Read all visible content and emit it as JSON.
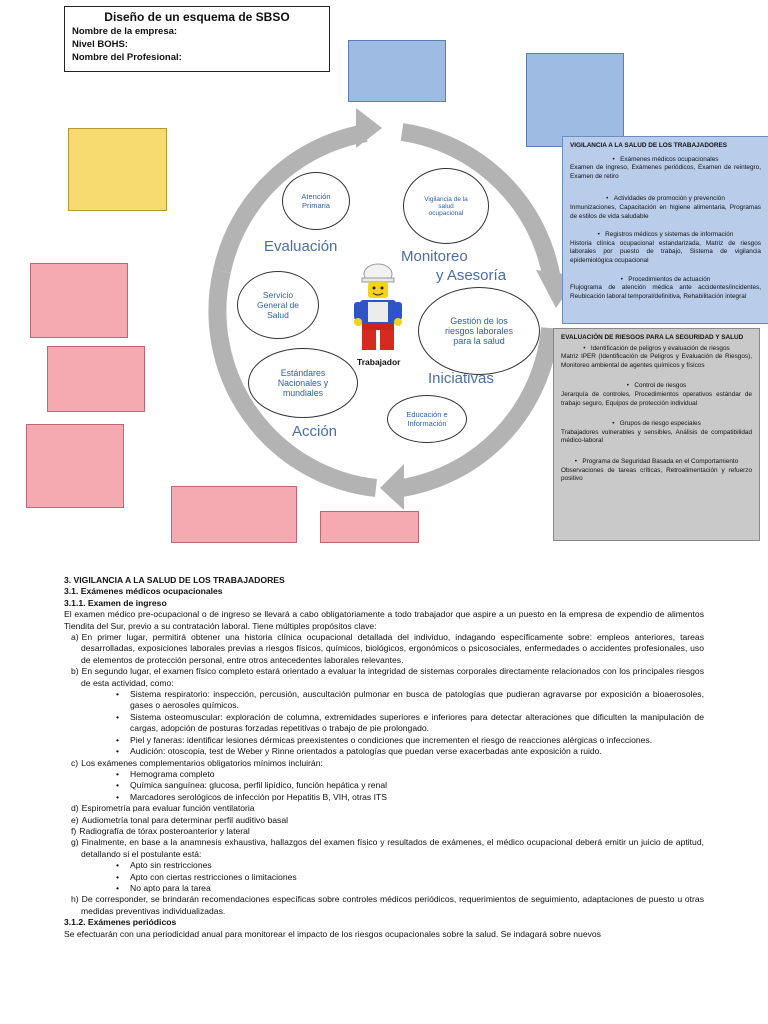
{
  "header": {
    "title": "Diseño de un esquema de SBSO",
    "company_label": "Nombre de la empresa:",
    "level_label": "Nivel BOHS:",
    "professional_label": "Nombre del Profesional:"
  },
  "diagram": {
    "labels": {
      "evaluacion": "Evaluación",
      "monitoreo": "Monitoreo",
      "asesoria": "y Asesoría",
      "iniciativas": "Iniciativas",
      "accion": "Acción",
      "trabajador": "Trabajador"
    },
    "circles": {
      "atencion": "Atención Primaria",
      "vigilancia": "Vigilancia de la salud ocupacional",
      "servicio": "Servicio General de Salud",
      "gestion": "Gestión de los riesgos laborales para la salud",
      "estandares": "Estándares Nacionales y mundiales",
      "educacion": "Educación e Información"
    },
    "colors": {
      "arrow": "#b3b3b3",
      "blue_box": "#9dbbe3",
      "yellow_box": "#f8db70",
      "pink_box": "#f5a9b1",
      "panel_blue": "#b9cce9",
      "panel_gray": "#c9c9c9"
    }
  },
  "panel_vigilancia": {
    "title": "VIGILANCIA A LA SALUD DE LOS TRABAJADORES",
    "items": [
      {
        "head": "Exámenes médicos ocupacionales",
        "desc": "Examen de ingreso, Exámenes periódicos, Examen de reintegro, Examen de retiro"
      },
      {
        "head": "Actividades de promoción y prevención",
        "desc": "Inmunizaciones, Capacitación en higiene alimentaria, Programas de estilos de vida saludable"
      },
      {
        "head": "Registros médicos y sistemas de información",
        "desc": "Historia clínica ocupacional estandarizada, Matriz de riesgos laborales por puesto de trabajo, Sistema de vigilancia epidemiológica ocupacional"
      },
      {
        "head": "Procedimientos de actuación",
        "desc": "Flujograma de atención médica ante accidentes/incidentes, Reubicación laboral temporal/definitiva, Rehabilitación integral"
      }
    ]
  },
  "panel_riesgos": {
    "title": "EVALUACIÓN DE RIESGOS PARA LA SEGURIDAD Y SALUD",
    "items": [
      {
        "head": "Identificación de peligros y evaluación de riesgos",
        "desc": "Matriz IPER (Identificación de Peligros y Evaluación de Riesgos), Monitoreo ambiental de agentes químicos y físicos"
      },
      {
        "head": "Control de riesgos",
        "desc": "Jerarquía de controles, Procedimientos operativos estándar de trabajo seguro, Equipos de protección individual"
      },
      {
        "head": "Grupos de riesgo especiales",
        "desc": "Trabajadores vulnerables y sensibles, Análisis de compatibilidad médico-laboral"
      },
      {
        "head": "Programa de Seguridad Basada en el Comportamiento",
        "desc": "Observaciones de tareas críticas, Retroalimentación y refuerzo positivo"
      }
    ]
  },
  "doc": {
    "h1": "3. VIGILANCIA A LA SALUD DE LOS TRABAJADORES",
    "h2": "3.1. Exámenes médicos ocupacionales",
    "h3": "3.1.1. Examen de ingreso",
    "intro": "El examen médico pre-ocupacional o de ingreso se llevará a cabo obligatoriamente a todo trabajador que aspire a un puesto en la empresa de expendio de alimentos Tiendita del Sur, previo a su contratación laboral. Tiene múltiples propósitos clave:",
    "a": "a)",
    "a_text": "En primer lugar, permitirá obtener una historia clínica ocupacional detallada del individuo, indagando específicamente sobre: empleos anteriores, tareas desarrolladas, exposiciones laborales previas a riesgos físicos, químicos, biológicos, ergonómicos o psicosociales, enfermedades o accidentes profesionales, uso de elementos de protección personal, entre otros antecedentes laborales relevantes.",
    "b": "b)",
    "b_text": "En segundo lugar, el examen físico completo estará orientado a evaluar la integridad de sistemas corporales directamente relacionados con los principales riesgos de esta actividad, como:",
    "b_list": [
      "Sistema respiratorio: inspección, percusión, auscultación pulmonar en busca de patologías que pudieran agravarse por exposición a bioaerosoles, gases o aerosoles químicos.",
      "Sistema osteomuscular: exploración de columna, extremidades superiores e inferiores para detectar alteraciones que dificulten la manipulación de cargas, adopción de posturas forzadas repetitivas o trabajo de pie prolongado.",
      "Piel y faneras: identificar lesiones dérmicas preexistentes o condiciones que incrementen el riesgo de reacciones alérgicas o infecciones.",
      "Audición: otoscopia, test de Weber y Rinne orientados a patologías que puedan verse exacerbadas ante exposición a ruido."
    ],
    "c": "c)",
    "c_text": "Los exámenes complementarios obligatorios mínimos incluirán:",
    "c_list": [
      "Hemograma completo",
      "Química sanguínea: glucosa, perfil lipídico, función hepática y renal",
      "Marcadores serológicos de infección por Hepatitis B, VIH, otras ITS"
    ],
    "d": "d)",
    "d_text": "Espirometría para evaluar función ventilatoria",
    "e": "e)",
    "e_text": "Audiometría tonal para determinar perfil auditivo basal",
    "f": "f)",
    "f_text": "Radiografía de tórax posteroanterior y lateral",
    "g": "g)",
    "g_text": "Finalmente, en base a la anamnesis exhaustiva, hallazgos del examen físico y resultados de exámenes, el médico ocupacional deberá emitir un juicio de aptitud, detallando si el postulante está:",
    "g_list": [
      "Apto sin restricciones",
      "Apto con ciertas restricciones o limitaciones",
      "No apto para la tarea"
    ],
    "h": "h)",
    "h_text": "De corresponder, se brindarán recomendaciones específicas sobre controles médicos periódicos, requerimientos de seguimiento, adaptaciones de puesto u otras medidas preventivas individualizadas.",
    "h4": "3.1.2. Exámenes periódicos",
    "last": "Se efectuarán con una periodicidad anual para monitorear el impacto de los riesgos ocupacionales sobre la salud. Se indagará sobre nuevos"
  }
}
